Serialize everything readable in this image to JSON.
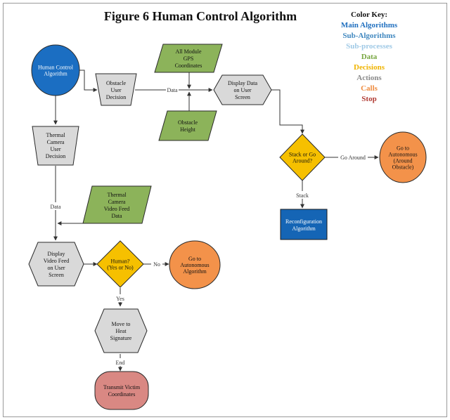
{
  "figure": {
    "title": "Figure 6 Human Control Algorithm"
  },
  "color_key": {
    "heading": "Color Key:",
    "entries": [
      {
        "label": "Main Algorithms",
        "color": "#1f6fbf"
      },
      {
        "label": "Sub-Algorithms",
        "color": "#3f87bf"
      },
      {
        "label": "Sub-processes",
        "color": "#9fc9e6"
      },
      {
        "label": "Data",
        "color": "#77a640"
      },
      {
        "label": "Decisions",
        "color": "#f0b400"
      },
      {
        "label": "Actions",
        "color": "#8a8a8a"
      },
      {
        "label": "Calls",
        "color": "#ef8c3f"
      },
      {
        "label": "Stop",
        "color": "#b03a32"
      }
    ]
  },
  "nodes": {
    "human_control": [
      "Human Control",
      "Algorithm"
    ],
    "obstacle_decision": [
      "Obstacle",
      "User",
      "Decision"
    ],
    "gps_coordinates": [
      "All Module",
      "GPS",
      "Coordinates"
    ],
    "obstacle_height": [
      "Obstacle",
      "Height"
    ],
    "display_data": [
      "Display Data",
      "on User",
      "Screen"
    ],
    "stack_or_go": [
      "Stack or Go",
      "Around?"
    ],
    "go_autonomous_around": [
      "Go to",
      "Autonomous",
      "(Around",
      "Obstacle)"
    ],
    "reconfiguration": [
      "Reconfiguration",
      "Algorithm"
    ],
    "thermal_decision": [
      "Thermal",
      "Camera",
      "User",
      "Decision"
    ],
    "thermal_video_data": [
      "Thermal",
      "Camera",
      "Video Feed",
      "Data"
    ],
    "display_video": [
      "Display",
      "Video Feed",
      "on User",
      "Screen"
    ],
    "human_decision": [
      "Human?",
      "(Yes or No)"
    ],
    "go_autonomous": [
      "Go to",
      "Autonomous",
      "Algorithm"
    ],
    "move_heat": [
      "Move to",
      "Heat",
      "Signature"
    ],
    "transmit_victim": [
      "Transmit Victim",
      "Coordinates"
    ]
  },
  "edge_labels": {
    "data_top": "Data",
    "go_around": "Go Around",
    "stack": "Stack",
    "data_left": "Data",
    "no": "No",
    "yes": "Yes",
    "end": "End"
  },
  "colors": {
    "main": "#1b6ec2",
    "sub_algorithm": "#1565b5",
    "data": "#8cb35a",
    "decision": "#f6c000",
    "action": "#d9d9d9",
    "call": "#f3924a",
    "stop": "#d98883",
    "stroke": "#3a3a3a"
  }
}
